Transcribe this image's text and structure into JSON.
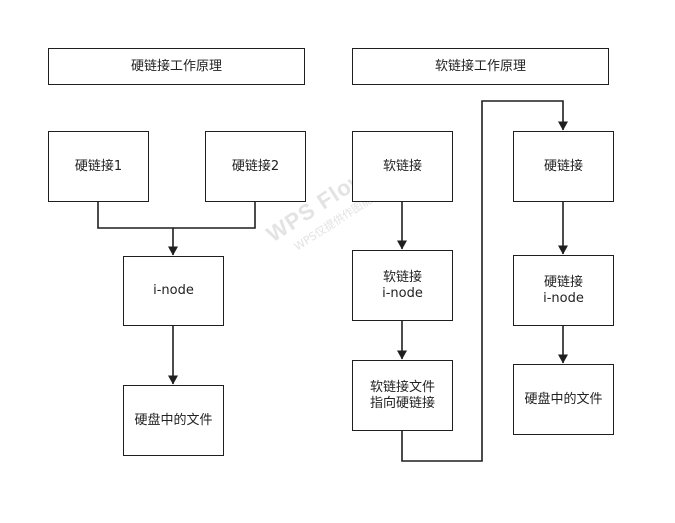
{
  "diagram": {
    "hard_link": {
      "title": "硬链接工作原理",
      "link1": "硬链接1",
      "link2": "硬链接2",
      "inode": "i-node",
      "file": "硬盘中的文件"
    },
    "soft_link": {
      "title": "软链接工作原理",
      "soft": "软链接",
      "soft_inode": "软链接\ni-node",
      "soft_file": "软链接文件\n指向硬链接",
      "hard": "硬链接",
      "hard_inode": "硬链接\ni-node",
      "disk_file": "硬盘中的文件"
    }
  },
  "watermark": {
    "main": "WPS Flow",
    "sub": "WPS仅提供作图能力"
  }
}
